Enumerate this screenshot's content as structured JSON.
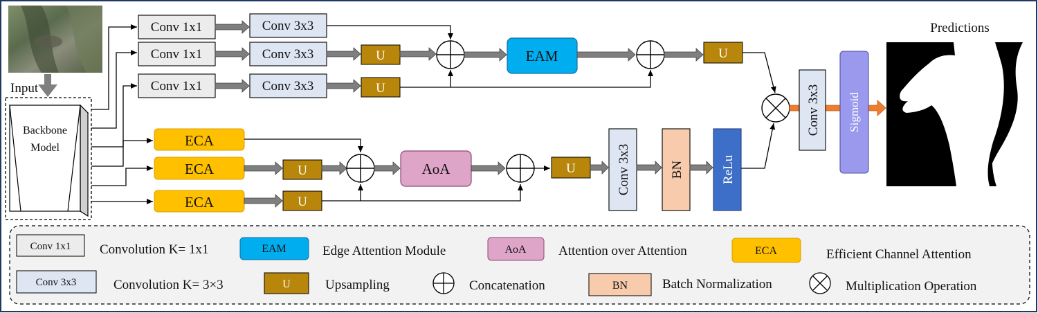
{
  "labels": {
    "input": "Input",
    "backbone": [
      "Backbone",
      "Model"
    ],
    "predictions": "Predictions",
    "conv1x1": "Conv 1x1",
    "conv3x3": "Conv 3x3",
    "u": "U",
    "eam": "EAM",
    "eca": "ECA",
    "aoa": "AoA",
    "bn": "BN",
    "relu": "ReLu",
    "sigmoid": "Sigmoid"
  },
  "legend": {
    "items": [
      {
        "key": "Conv 1x1",
        "desc": "Convolution K= 1x1"
      },
      {
        "key": "EAM",
        "desc": "Edge Attention Module"
      },
      {
        "key": "AoA",
        "desc": "Attention over Attention"
      },
      {
        "key": "ECA",
        "desc": "Efficient Channel Attention"
      },
      {
        "key": "Conv 3x3",
        "desc": "Convolution K= 3×3"
      },
      {
        "key": "U",
        "desc": "Upsampling"
      },
      {
        "key": "",
        "desc": "Concatenation"
      },
      {
        "key": "BN",
        "desc": "Batch Normalization"
      },
      {
        "key": "",
        "desc": "Multiplication Operation"
      }
    ]
  },
  "colors": {
    "conv1x1": "#ececec",
    "conv3x3": "#dde6f2",
    "u": "#b8860b",
    "eam": "#00aeef",
    "eca": "#ffc000",
    "aoa": "#dea5c8",
    "bn": "#f8cbad",
    "relu": "#3d6fc9",
    "sigmoid": "#9b99ee",
    "frame": "#1f3864"
  }
}
